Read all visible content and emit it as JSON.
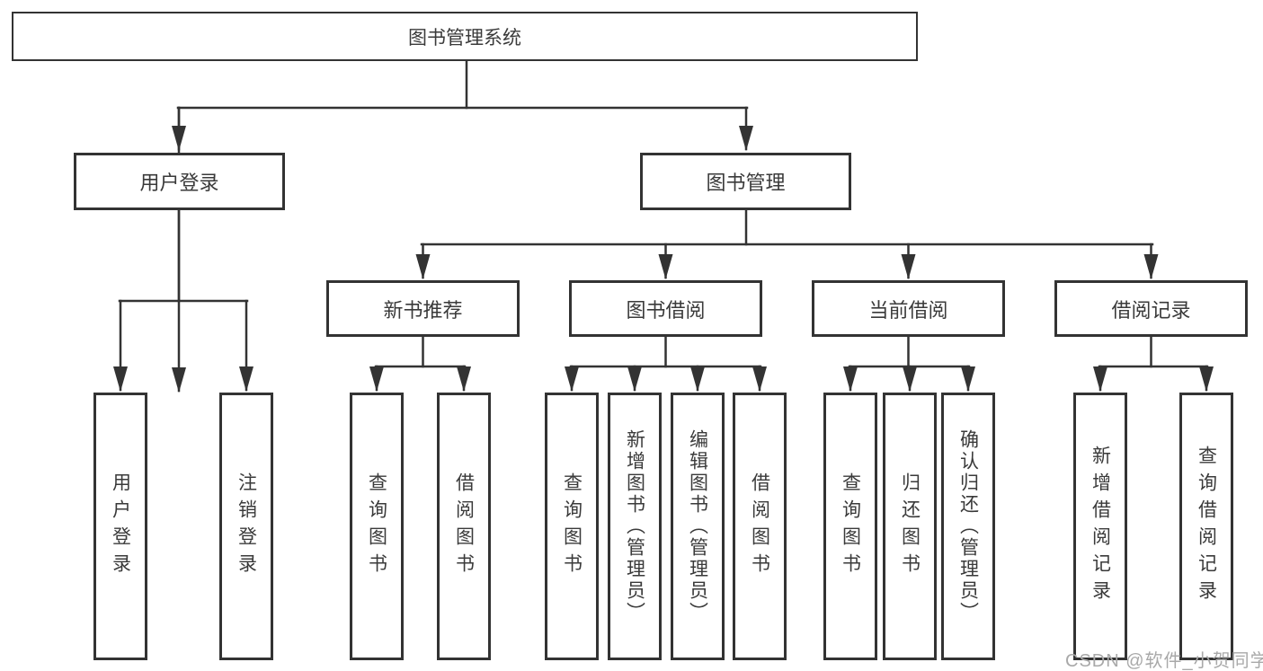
{
  "diagram": {
    "title": "图书管理系统",
    "root": {
      "label": "图书管理系统"
    },
    "level2": [
      {
        "label": "用户登录"
      },
      {
        "label": "图书管理"
      }
    ],
    "level3": [
      {
        "label": "新书推荐"
      },
      {
        "label": "图书借阅"
      },
      {
        "label": "当前借阅"
      },
      {
        "label": "借阅记录"
      }
    ],
    "leaves": [
      {
        "label": "用户登录",
        "parent": "用户登录"
      },
      {
        "label": "注销登录",
        "parent": "用户登录"
      },
      {
        "label": "查询图书",
        "parent": "新书推荐"
      },
      {
        "label": "借阅图书",
        "parent": "新书推荐"
      },
      {
        "label": "查询图书",
        "parent": "图书借阅"
      },
      {
        "label": "新增图书（管理员）",
        "parent": "图书借阅"
      },
      {
        "label": "编辑图书（管理员）",
        "parent": "图书借阅"
      },
      {
        "label": "借阅图书",
        "parent": "图书借阅"
      },
      {
        "label": "查询图书",
        "parent": "当前借阅"
      },
      {
        "label": "归还图书",
        "parent": "当前借阅"
      },
      {
        "label": "确认归还（管理员）",
        "parent": "当前借阅"
      },
      {
        "label": "新增借阅记录",
        "parent": "借阅记录"
      },
      {
        "label": "查询借阅记录",
        "parent": "借阅记录"
      }
    ]
  },
  "watermark": "CSDN @软件_小贺同学",
  "colors": {
    "line": "#333333",
    "box_border": "#333333",
    "text": "#3a3a3a",
    "watermark": "#a9a9a9",
    "background": "#ffffff"
  }
}
